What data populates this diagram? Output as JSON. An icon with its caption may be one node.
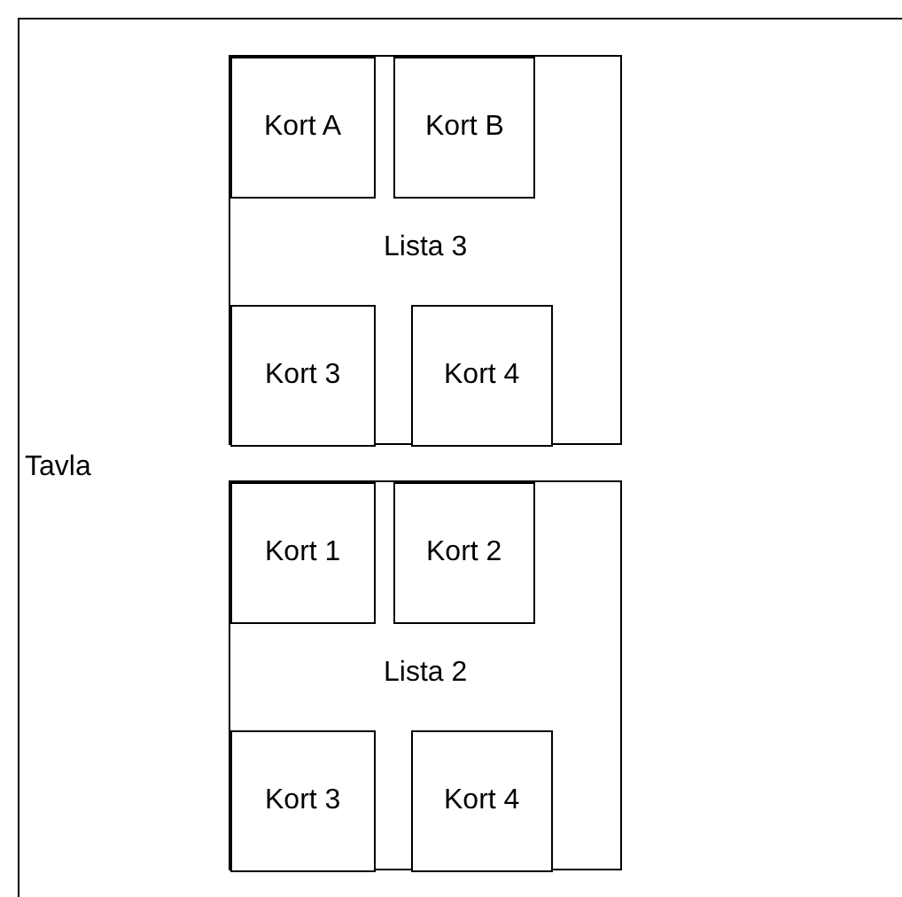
{
  "diagram": {
    "nodes": [
      {
        "text": [
          "Tavla"
        ]
      },
      {
        "text": [
          "Lista 3"
        ],
        "in": 0
      },
      {
        "text": [
          "Kort A"
        ],
        "in": 1
      },
      {
        "text": [
          "Kort B"
        ],
        "in": 1
      },
      {
        "text": [
          "Kort 3"
        ],
        "in": 1
      },
      {
        "text": [
          "Kort 4"
        ],
        "in": 1
      },
      {
        "text": [
          "Lista 2"
        ],
        "in": 0
      },
      {
        "text": [
          "Kort 1"
        ],
        "in": 6
      },
      {
        "text": [
          "Kort 2"
        ],
        "in": 6
      },
      {
        "text": [
          "Kort 3"
        ],
        "in": 6
      },
      {
        "text": [
          "Kort 4"
        ],
        "in": 6
      }
    ]
  }
}
